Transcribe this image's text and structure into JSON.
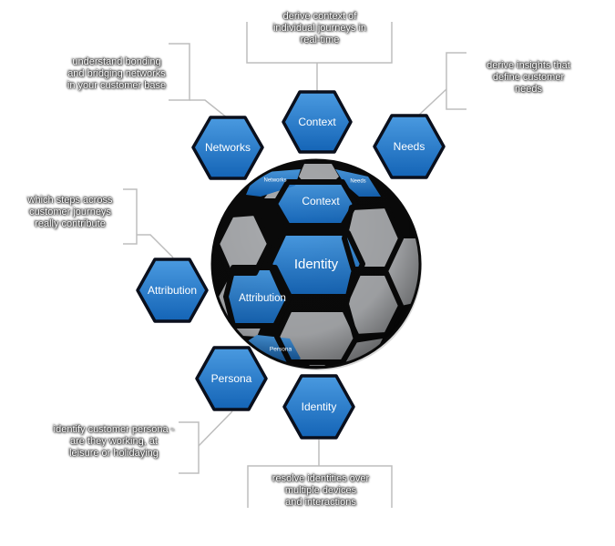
{
  "colors": {
    "hex_fill_top": "#3d8fd6",
    "hex_fill_bottom": "#1565b8",
    "hex_stroke": "#0a0f1c",
    "ball_tile": "#a9abae",
    "ball_outline": "#0a0a0a",
    "connector": "#bdbdbd"
  },
  "hexagons": [
    {
      "id": "context",
      "label": "Context"
    },
    {
      "id": "networks",
      "label": "Networks"
    },
    {
      "id": "needs",
      "label": "Needs"
    },
    {
      "id": "attribution",
      "label": "Attribution"
    },
    {
      "id": "persona",
      "label": "Persona"
    },
    {
      "id": "identity",
      "label": "Identity"
    }
  ],
  "ball_labels": {
    "identity": "Identity",
    "context": "Context",
    "attribution": "Attribution",
    "networks": "Networks",
    "needs": "Needs",
    "persona": "Persona"
  },
  "callouts": {
    "context": "derive context of\nindividual journeys in\nreal-time",
    "networks": "understand bonding\nand bridging networks\nin your customer base",
    "needs": "derive insights that\ndefine customer\nneeds",
    "attribution": "which steps across\ncustomer journeys\nreally contribute",
    "persona": "identify customer persona -\nare they working, at\nleisure or holidaying",
    "identity": "resolve identities over\nmultiple devices\nand interactions"
  }
}
